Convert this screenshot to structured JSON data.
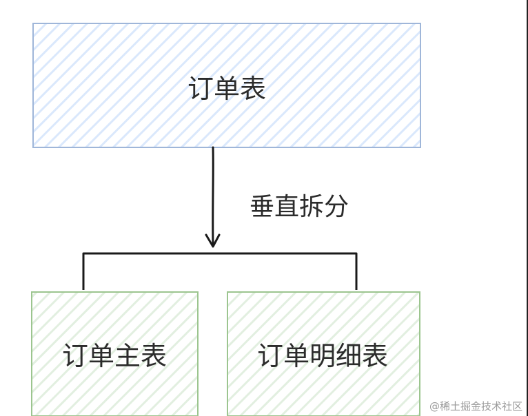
{
  "diagram": {
    "top_box": {
      "label": "订单表",
      "stroke": "#6c8ebf",
      "fill": "#dae8fc"
    },
    "split_label": "垂直拆分",
    "bottom_boxes": [
      {
        "label": "订单主表",
        "stroke": "#82b366",
        "fill": "#d5e8d4"
      },
      {
        "label": "订单明细表",
        "stroke": "#82b366",
        "fill": "#d5e8d4"
      }
    ],
    "connector_color": "#1a1a1a"
  },
  "watermark": "@稀土掘金技术社区"
}
